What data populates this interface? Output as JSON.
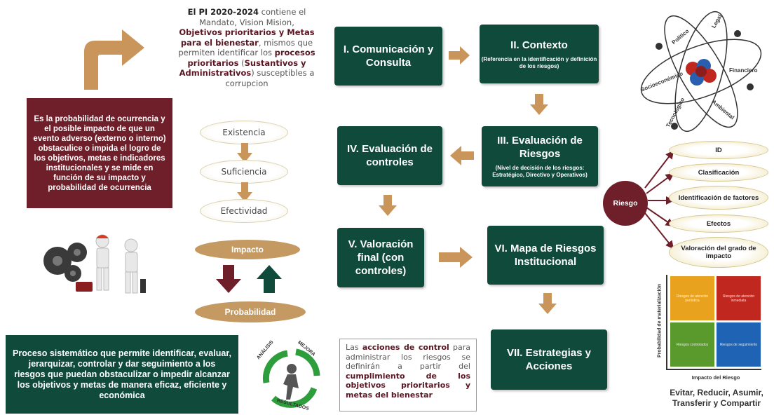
{
  "pi_text": {
    "l1_b": "El PI 2020-2024",
    "l1": " contiene el Mandato, Vision",
    "l2": "Mision, ",
    "l2_b": "Objetivos prioritarios y Metas para el bienestar",
    "l3": ", mismos que permiten identificar los ",
    "l3_b": "procesos prioritarios",
    "l4": " (",
    "l4_b": "Sustantivos y Administrativos",
    "l5": ") susceptibles a corrupcion"
  },
  "definition_box": "Es la probabilidad de ocurrencia y el posible impacto de que un evento adverso (externo o interno) obstaculice o impida el logro de los objetivos, metas e indicadores institucionales y se mide en función de su impacto y probabilidad de ocurrencia",
  "ovals": [
    "Existencia",
    "Suficiencia",
    "Efectividad"
  ],
  "impacto_label": "Impacto",
  "probabilidad_label": "Probabilidad",
  "process_box": "Proceso sistemático que permite identificar, evaluar, jerarquizar, controlar y dar seguimiento a los riesgos que puedan obstaculizar o impedir alcanzar los objetivos y metas de manera eficaz, eficiente y económica",
  "analysis_labels": {
    "top": "ANÁLISIS",
    "right": "MEJORA",
    "bottom": "RESULTADOS"
  },
  "steps": {
    "s1": {
      "title": "I. Comunicación y Consulta"
    },
    "s2": {
      "title": "II. Contexto",
      "subtitle": "(Referencia en la identificación y definición de los riesgos)"
    },
    "s3": {
      "title": "III. Evaluación de Riesgos",
      "subtitle": "(Nivel de decisión de los riesgos: Estratégico, Directivo y Operativos)"
    },
    "s4": {
      "title": "IV. Evaluación de controles"
    },
    "s5": {
      "title": "V. Valoración final (con controles)"
    },
    "s6": {
      "title": "VI. Mapa de Riesgos Institucional"
    },
    "s7": {
      "title": "VII. Estrategias y Acciones"
    }
  },
  "controls_text": {
    "p1": "Las ",
    "b1": "acciones de control",
    "p2": " para administrar los riesgos se definirán a partir del ",
    "b2": "cumplimiento de los objetivos prioritarios y metas del bienestar"
  },
  "atom_labels": [
    "Político",
    "Legal",
    "Socioeconómico",
    "Financiero",
    "Tecnológico",
    "Ambiental"
  ],
  "riesgo_label": "Riesgo",
  "riesgo_items": [
    "ID",
    "Clasificación",
    "Identificación de factores",
    "Efectos",
    "Valoración del grado de impacto"
  ],
  "matrix": {
    "ylabel": "Probabilidad de materialización",
    "xlabel": "Impacto del Riesgo",
    "quadrants": [
      {
        "label": "Riesgos de atención periódica",
        "color": "#e8a21e"
      },
      {
        "label": "Riesgos de atención inmediata",
        "color": "#c0281f"
      },
      {
        "label": "Riesgos controlados",
        "color": "#5a9a2c"
      },
      {
        "label": "Riesgos de seguimiento",
        "color": "#1f63b4"
      }
    ]
  },
  "final_text": "Evitar, Reducir, Asumir, Transferir y Compartir",
  "colors": {
    "green": "#0f4a3a",
    "maroon": "#6e1f2a",
    "tan": "#c49a62"
  }
}
